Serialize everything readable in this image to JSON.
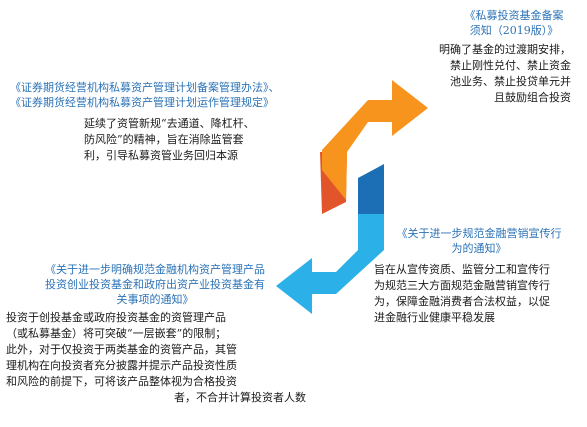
{
  "colors": {
    "orange": "#f7941d",
    "orange_dark": "#e2552a",
    "blue": "#2bb1e8",
    "blue_dark": "#1c6fb5",
    "title": "#2b73b7",
    "body": "#1a1a1a"
  },
  "notes": [
    {
      "id": "top-right",
      "title_lines": [
        "《私募投资基金备案",
        "须知（2019版）》"
      ],
      "body_lines": [
        "明确了基金的过渡期安排，",
        "禁止刚性兑付、禁止资金",
        "池业务、禁止投贷单元并",
        "且鼓励组合投资"
      ]
    },
    {
      "id": "top-left",
      "title_lines": [
        "《证券期货经营机构私募资产管理计划备案管理办法》、",
        "《证券期货经营机构私募资产管理计划运作管理规定》"
      ],
      "body_lines": [
        "延续了资管新规“去通道、降杠杆、",
        "防风险”的精神，旨在消除监管套",
        "利，引导私募资管业务回归本源"
      ]
    },
    {
      "id": "bottom-right",
      "title_lines": [
        "《关于进一步规范金融营销宣传行",
        "为的通知》"
      ],
      "body_lines": [
        "旨在从宣传资质、监管分工和宣传行",
        "为规范三大方面规范金融营销宣传行",
        "为，保障金融消费者合法权益，以促",
        "进金融行业健康平稳发展"
      ]
    },
    {
      "id": "bottom-left",
      "title_lines": [
        "《关于进一步明确规范金融机构资产管理产品",
        "投资创业投资基金和政府出资产业投资基金有",
        "关事项的通知》"
      ],
      "body_lines": [
        "投资于创投基金或政府投资基金的资管理产品",
        "（或私募基金）将可突破“一层嵌套”的限制；",
        "此外，对于仅投资于两类基金的资管产品，其管",
        "理机构在向投资者充分披露并提示产品投资性质",
        "和风险的前提下，可将该产品整体视为合格投资",
        "者，不合并计算投资者人数"
      ]
    }
  ]
}
